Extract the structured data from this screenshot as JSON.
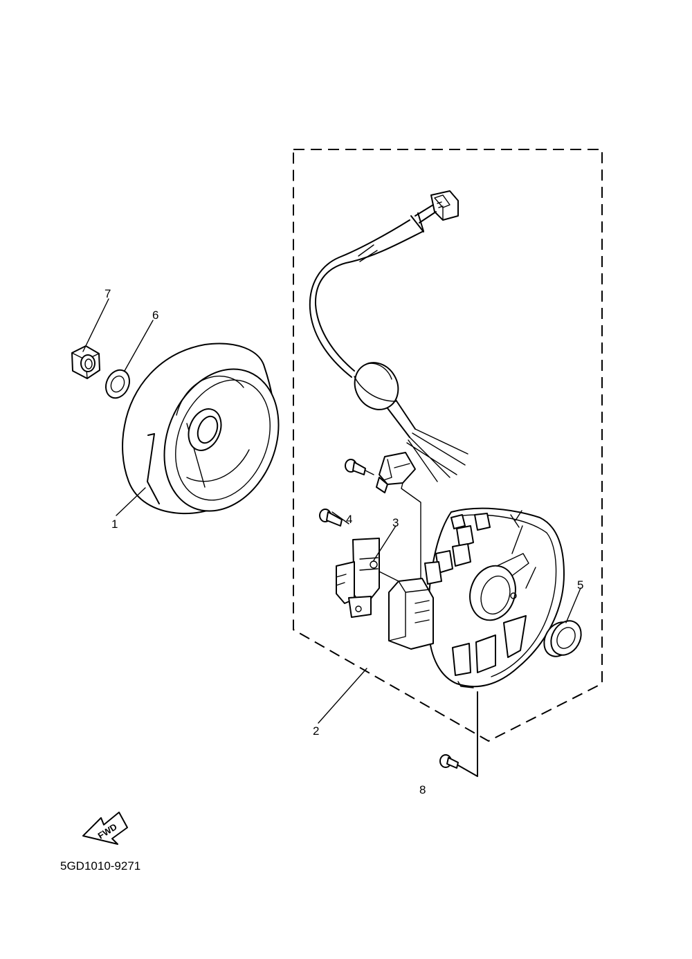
{
  "callouts": {
    "c1": "1",
    "c2": "2",
    "c3": "3",
    "c4": "4",
    "c5": "5",
    "c6": "6",
    "c7": "7",
    "c8": "8"
  },
  "direction_label": "FWD",
  "drawing_code": "5GD1010-9271"
}
